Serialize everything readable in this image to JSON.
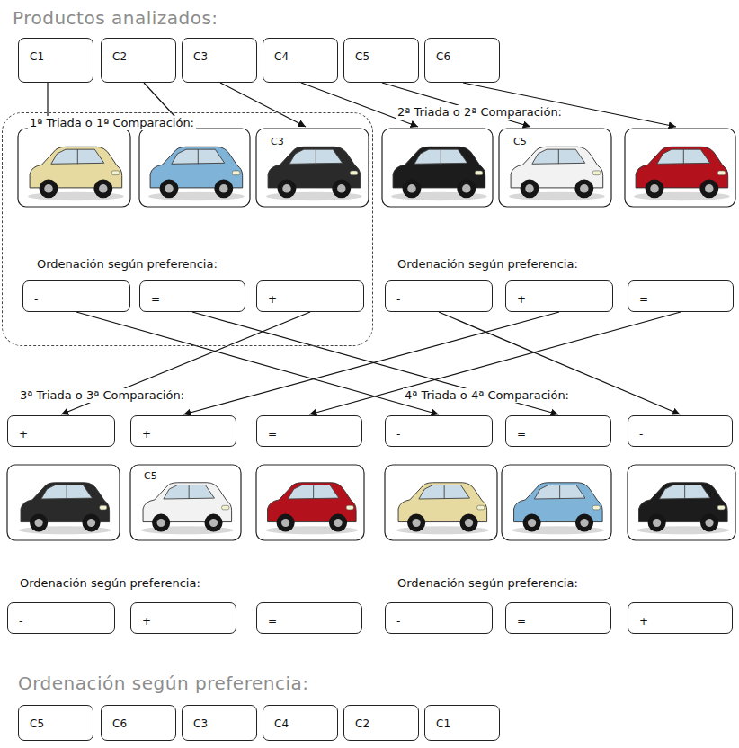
{
  "diagram": {
    "title": "Productos analizados:",
    "nodes": [
      {
        "text": [
          "C1"
        ]
      },
      {
        "text": [
          "C2"
        ]
      },
      {
        "text": [
          "C3"
        ]
      },
      {
        "text": [
          "C4"
        ]
      },
      {
        "text": [
          "C5"
        ]
      },
      {
        "text": [
          "C6"
        ]
      },
      {
        "text": [
          "1ª Triada o 1ª Comparación:",
          "Ordenación según preferencia:"
        ]
      },
      {
        "text": [
          "-"
        ],
        "in": 6
      },
      {
        "text": [
          "="
        ],
        "in": 6
      },
      {
        "text": [
          "+"
        ],
        "in": 6
      },
      {
        "text": [
          "-"
        ]
      },
      {
        "text": [
          "+"
        ]
      },
      {
        "text": [
          "="
        ]
      },
      {
        "text": [
          "+"
        ]
      },
      {
        "text": [
          "+"
        ]
      },
      {
        "text": [
          "="
        ]
      },
      {
        "text": [
          "-"
        ]
      },
      {
        "text": [
          "="
        ]
      },
      {
        "text": [
          "-"
        ]
      },
      {
        "text": [
          "-"
        ]
      },
      {
        "text": [
          "+"
        ]
      },
      {
        "text": [
          "="
        ]
      },
      {
        "text": [
          "-"
        ]
      },
      {
        "text": [
          "="
        ]
      },
      {
        "text": [
          "+"
        ]
      },
      {
        "text": [
          "C5"
        ]
      },
      {
        "text": [
          "C6"
        ]
      },
      {
        "text": [
          "C3"
        ]
      },
      {
        "text": [
          "C4"
        ]
      },
      {
        "text": [
          "C2"
        ]
      },
      {
        "text": [
          "C1"
        ]
      }
    ],
    "edges": [
      {
        "from": 7,
        "to": 16,
        "arrow": "to"
      },
      {
        "from": 8,
        "to": 17,
        "arrow": "to"
      },
      {
        "from": 9,
        "to": 13,
        "arrow": "to"
      },
      {
        "from": 10,
        "to": 18,
        "arrow": "to"
      },
      {
        "from": 11,
        "to": 14,
        "arrow": "to"
      },
      {
        "from": 12,
        "to": 15,
        "arrow": "to"
      }
    ],
    "labels": [
      "2ª Triada o 2ª Comparación:",
      "Ordenación según preferencia:",
      "C3",
      "C5",
      "3ª Triada o 3ª Comparación:",
      "4ª Triada o 4ª Comparación:",
      "C5",
      "Ordenación según preferencia:",
      "Ordenación según preferencia:",
      "Ordenación según preferencia:"
    ]
  }
}
